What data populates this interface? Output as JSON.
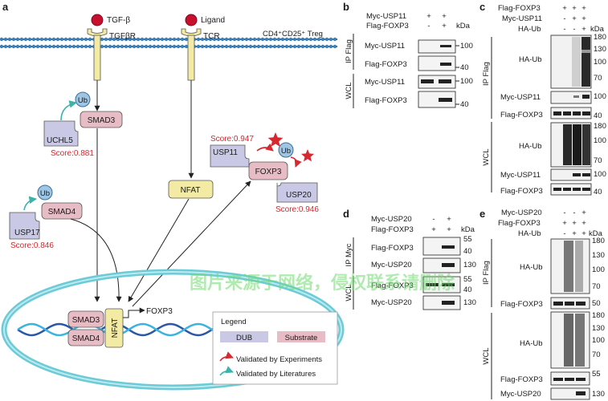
{
  "watermark": "图片来源于网络，侵权联系请删除",
  "panel_a": {
    "letter": "a",
    "cell_label": "CD4⁺CD25⁺ Treg",
    "tgfb": "TGF-β",
    "tgfbr": "TGFβR",
    "ligand": "Ligand",
    "tcr": "TCR",
    "ub": "Ub",
    "smad3": "SMAD3",
    "smad4": "SMAD4",
    "uchl5": "UCHL5",
    "uchl5_score": "Score:0.881",
    "usp17": "USP17",
    "usp17_score": "Score:0.846",
    "nfat": "NFAT",
    "foxp3_protein": "FOXP3",
    "usp11": "USP11",
    "usp11_score": "Score:0.947",
    "usp20": "USP20",
    "usp20_score": "Score:0.946",
    "foxp3_gene": "FOXP3",
    "nucleus_smad3": "SMAD3",
    "nucleus_smad4": "SMAD4",
    "nucleus_nfat": "NFAT",
    "legend": {
      "title": "Legend",
      "dub": "DUB",
      "substrate": "Substrate",
      "validated_experiments": "Validated by Experiments",
      "validated_literatures": "Validated by Literatures"
    }
  },
  "panel_b": {
    "letter": "b",
    "header_rows": [
      {
        "label": "Myc-USP11",
        "marks": [
          "+",
          "+"
        ]
      },
      {
        "label": "Flag-FOXP3",
        "marks": [
          "-",
          "+"
        ]
      }
    ],
    "kda": "kDa",
    "groups": [
      "IP Flag",
      "WCL"
    ],
    "blots": [
      {
        "label": "Myc-USP11",
        "markers": [
          "100"
        ]
      },
      {
        "label": "Flag-FOXP3",
        "markers": [
          "40"
        ]
      },
      {
        "label": "Myc-USP11",
        "markers": [
          "100"
        ]
      },
      {
        "label": "Flag-FOXP3",
        "markers": [
          "40"
        ]
      }
    ]
  },
  "panel_c": {
    "letter": "c",
    "header_rows": [
      {
        "label": "Flag-FOXP3",
        "marks": [
          "+",
          "+",
          "+"
        ]
      },
      {
        "label": "Myc-USP11",
        "marks": [
          "-",
          "+",
          "+"
        ]
      },
      {
        "label": "HA-Ub",
        "marks": [
          "-",
          "-",
          "+"
        ]
      }
    ],
    "kda": "kDa",
    "groups": [
      "IP Flag",
      "WCL"
    ],
    "blots": [
      {
        "label": "HA-Ub",
        "markers": [
          "180",
          "130",
          "100",
          "70"
        ]
      },
      {
        "label": "Myc-USP11",
        "markers": [
          "100"
        ]
      },
      {
        "label": "Flag-FOXP3",
        "markers": [
          "40"
        ]
      },
      {
        "label": "HA-Ub",
        "markers": [
          "180",
          "100",
          "70"
        ]
      },
      {
        "label": "Myc-USP11",
        "markers": [
          "100"
        ]
      },
      {
        "label": "Flag-FOXP3",
        "markers": [
          "40"
        ]
      }
    ]
  },
  "panel_d": {
    "letter": "d",
    "header_rows": [
      {
        "label": "Myc-USP20",
        "marks": [
          "-",
          "+"
        ]
      },
      {
        "label": "Flag-FOXP3",
        "marks": [
          "+",
          "+"
        ]
      }
    ],
    "kda": "kDa",
    "groups": [
      "IP Myc",
      "WCL"
    ],
    "blots": [
      {
        "label": "Flag-FOXP3",
        "markers": [
          "55",
          "40"
        ]
      },
      {
        "label": "Myc-USP20",
        "markers": [
          "130"
        ]
      },
      {
        "label": "Flag-FOXP3",
        "markers": [
          "55",
          "40"
        ]
      },
      {
        "label": "Myc-USP20",
        "markers": [
          "130"
        ]
      }
    ]
  },
  "panel_e": {
    "letter": "e",
    "header_rows": [
      {
        "label": "Myc-USP20",
        "marks": [
          "-",
          "-",
          "+"
        ]
      },
      {
        "label": "Flag-FOXP3",
        "marks": [
          "+",
          "+",
          "+"
        ]
      },
      {
        "label": "HA-Ub",
        "marks": [
          "-",
          "+",
          "+"
        ]
      }
    ],
    "kda": "kDa",
    "groups": [
      "IP Flag",
      "WCL"
    ],
    "blots": [
      {
        "label": "HA-Ub",
        "markers": [
          "180",
          "130",
          "100",
          "70"
        ]
      },
      {
        "label": "Flag-FOXP3",
        "markers": [
          "50"
        ]
      },
      {
        "label": "HA-Ub",
        "markers": [
          "180",
          "130",
          "100",
          "70"
        ]
      },
      {
        "label": "Flag-FOXP3",
        "markers": [
          "55"
        ]
      },
      {
        "label": "Myc-USP20",
        "markers": [
          "130"
        ]
      }
    ]
  }
}
